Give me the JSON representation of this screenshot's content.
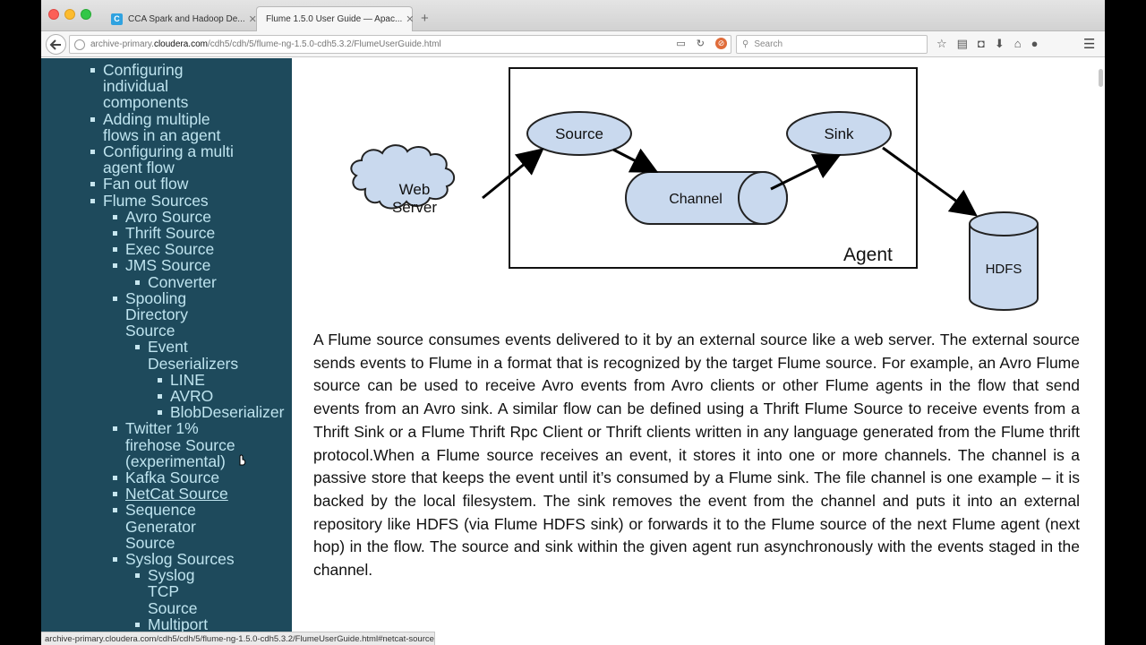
{
  "browser": {
    "tabs": [
      {
        "favicon": "C",
        "label": "CCA Spark and Hadoop De..."
      },
      {
        "label": "Flume 1.5.0 User Guide — Apac..."
      }
    ],
    "url_prefix": "archive-primary.",
    "url_domain": "cloudera.com",
    "url_path": "/cdh5/cdh/5/flume-ng-1.5.0-cdh5.3.2/FlumeUserGuide.html",
    "search_placeholder": "Search",
    "status_url": "archive-primary.cloudera.com/cdh5/cdh/5/flume-ng-1.5.0-cdh5.3.2/FlumeUserGuide.html#netcat-source"
  },
  "toc": [
    {
      "text": "Configuring individual components",
      "lines": [
        "Configuring",
        "individual",
        "components"
      ],
      "level": 1
    },
    {
      "text": "Adding multiple flows in an agent",
      "lines": [
        "Adding multiple",
        "flows in an agent"
      ],
      "level": 1
    },
    {
      "text": "Configuring a multi agent flow",
      "lines": [
        "Configuring a multi",
        "agent flow"
      ],
      "level": 1
    },
    {
      "text": "Fan out flow",
      "lines": [
        "Fan out flow"
      ],
      "level": 1
    },
    {
      "text": "Flume Sources",
      "lines": [
        "Flume Sources"
      ],
      "level": 1
    },
    {
      "text": "Avro Source",
      "lines": [
        "Avro Source"
      ],
      "level": 2
    },
    {
      "text": "Thrift Source",
      "lines": [
        "Thrift Source"
      ],
      "level": 2
    },
    {
      "text": "Exec Source",
      "lines": [
        "Exec Source"
      ],
      "level": 2
    },
    {
      "text": "JMS Source",
      "lines": [
        "JMS Source"
      ],
      "level": 2
    },
    {
      "text": "Converter",
      "lines": [
        "Converter"
      ],
      "level": 3
    },
    {
      "text": "Spooling Directory Source",
      "lines": [
        "Spooling",
        "Directory",
        "Source"
      ],
      "level": 2
    },
    {
      "text": "Event Deserializers",
      "lines": [
        "Event",
        "Deserializers"
      ],
      "level": 3
    },
    {
      "text": "LINE",
      "lines": [
        "LINE"
      ],
      "level": 4
    },
    {
      "text": "AVRO",
      "lines": [
        "AVRO"
      ],
      "level": 4
    },
    {
      "text": "BlobDeserializer",
      "lines": [
        "BlobDeserializer"
      ],
      "level": 4
    },
    {
      "text": "Twitter 1% firehose Source (experimental)",
      "lines": [
        "Twitter 1%",
        "firehose Source",
        "(experimental)"
      ],
      "level": 2
    },
    {
      "text": "Kafka Source",
      "lines": [
        "Kafka Source"
      ],
      "level": 2
    },
    {
      "text": "NetCat Source",
      "lines": [
        "NetCat Source"
      ],
      "level": 2,
      "hovered": true
    },
    {
      "text": "Sequence Generator Source",
      "lines": [
        "Sequence",
        "Generator",
        "Source"
      ],
      "level": 2
    },
    {
      "text": "Syslog Sources",
      "lines": [
        "Syslog Sources"
      ],
      "level": 2
    },
    {
      "text": "Syslog TCP Source",
      "lines": [
        "Syslog",
        "TCP",
        "Source"
      ],
      "level": 3
    },
    {
      "text": "Multiport",
      "lines": [
        "Multiport"
      ],
      "level": 3
    }
  ],
  "diagram": {
    "web_server_lines": [
      "Web",
      "Server"
    ],
    "source": "Source",
    "channel": "Channel",
    "sink": "Sink",
    "agent": "Agent",
    "hdfs": "HDFS",
    "fill_color": "#c9d9ee"
  },
  "paragraph": "A Flume source consumes events delivered to it by an external source like a web server. The external source sends events to Flume in a format that is recognized by the target Flume source. For example, an Avro Flume source can be used to receive Avro events from Avro clients or other Flume agents in the flow that send events from an Avro sink. A similar flow can be defined using a Thrift Flume Source to receive events from a Thrift Sink or a Flume Thrift Rpc Client or Thrift clients written in any language generated from the Flume thrift protocol.When a Flume source receives an event, it stores it into one or more channels. The channel is a passive store that keeps the event until it’s consumed by a Flume sink. The file channel is one example – it is backed by the local filesystem. The sink removes the event from the channel and puts it into an external repository like HDFS (via Flume HDFS sink) or forwards it to the Flume source of the next Flume agent (next hop) in the flow. The source and sink within the given agent run asynchronously with the events staged in the channel.",
  "colors": {
    "sidebar_bg": "#1e4a5c",
    "sidebar_text": "#bfe4ef",
    "diagram_fill": "#c9d9ee"
  }
}
